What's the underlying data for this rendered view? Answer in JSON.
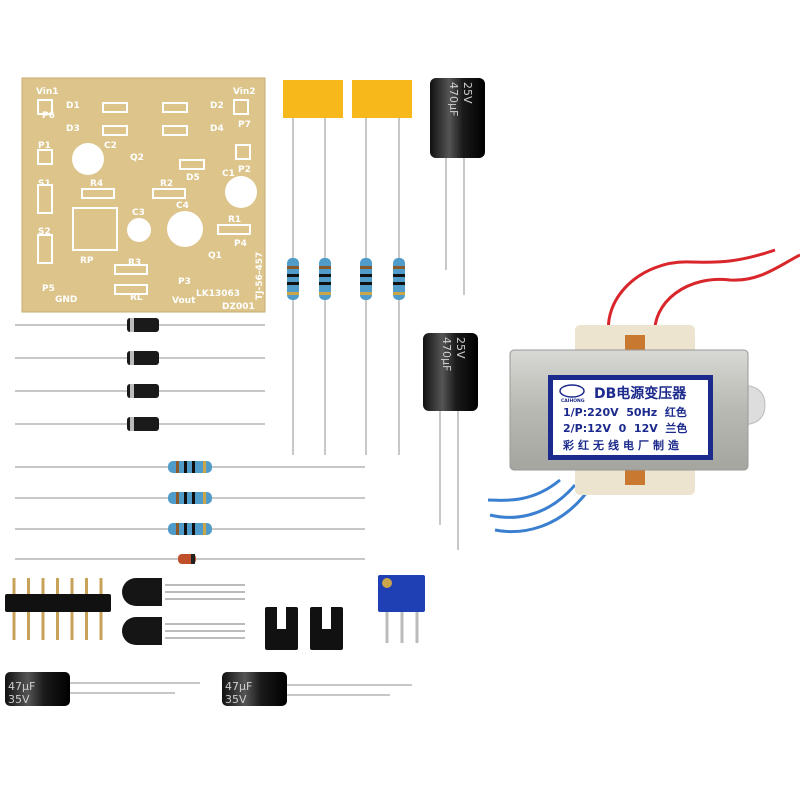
{
  "pcb": {
    "labels": [
      "Vin1",
      "P6",
      "Vin2",
      "P7",
      "D1",
      "D2",
      "D3",
      "D4",
      "P1",
      "C2",
      "Q2",
      "P2",
      "C1",
      "S1",
      "R4",
      "R2",
      "D5",
      "S2",
      "C3",
      "C4",
      "R1",
      "P4",
      "RP",
      "R3",
      "Q1",
      "P5",
      "GND",
      "RL",
      "P3",
      "Vout"
    ],
    "model": "LK13063",
    "board_id": "DZ001",
    "side_code": "TJ-56-457"
  },
  "capacitors": {
    "large_value": "470µF",
    "large_voltage": "25V",
    "small_value": "47µF",
    "small_voltage": "35V"
  },
  "transformer": {
    "title": "DB电源变压器",
    "brand": "CAIHONG",
    "primary": "1/P:220V  50Hz  红色",
    "secondary": "2/P:12V  0  12V  兰色",
    "maker": "彩红无线电厂制造"
  },
  "colors": {
    "pcb": "#dcc48a",
    "label_blue": "#1b2a8c",
    "yellow_cap": "#f7b81c",
    "resistor": "#4f9bc9",
    "wire_red": "#d9262a",
    "wire_blue": "#3a7fd0",
    "trimpot": "#1f3fb5"
  }
}
